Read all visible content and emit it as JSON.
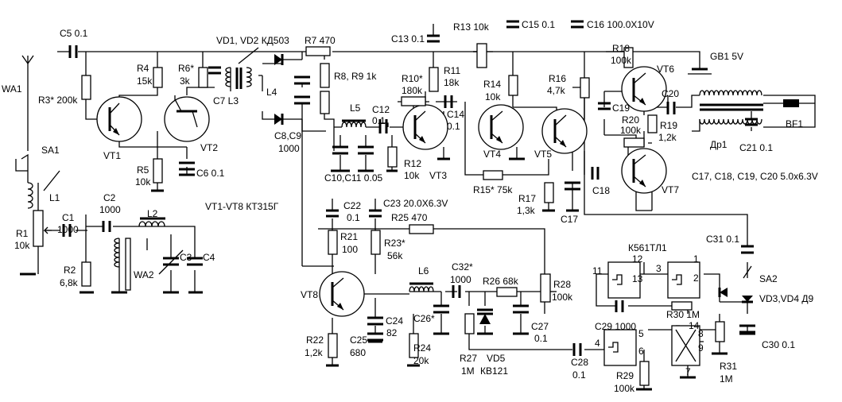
{
  "labels": {
    "wa1": "WA1",
    "sa1": "SA1",
    "l1": "L1",
    "r1": "R1",
    "r1v": "10k",
    "c1": "C1",
    "c1v": "1000",
    "r2": "R2",
    "r2v": "6,8k",
    "c2": "C2",
    "c2v": "1000",
    "l2": "L2",
    "wa2": "WA2",
    "c3": "C3",
    "c4": "C4",
    "c5": "C5  0.1",
    "r3": "R3* 200k",
    "r4": "R4",
    "r4v": "15k",
    "r6": "R6*",
    "r6v": "3k",
    "r5": "R5",
    "r5v": "10k",
    "c6": "C6 0.1",
    "c7l3": "C7  L3",
    "vt1": "VT1",
    "vt2": "VT2",
    "vd12": "VD1, VD2 КД503",
    "r7": "R7 470",
    "l4": "L4",
    "c8c9": "C8,C9",
    "c8c9v": "1000",
    "r8r9": "R8, R9 1k",
    "l5": "L5",
    "c1011": "C10,C11 0.05",
    "c12": "C12",
    "c12v": "0.1",
    "r10": "R10*",
    "r10v": "180k",
    "r12": "R12",
    "r12v": "10k",
    "vt3": "VT3",
    "c13": "C13 0.1",
    "r11": "R11",
    "r11v": "18k",
    "c14": "C14",
    "c14v": "0.1",
    "r13": "R13 10k",
    "r14": "R14",
    "r14v": "10k",
    "vt4": "VT4",
    "vt5": "VT5",
    "c15": "C15 0.1",
    "c16": "C16 100.0X10V",
    "r16": "R16",
    "r16v": "4,7k",
    "r15": "R15* 75k",
    "r17": "R17",
    "r17v": "1,3k",
    "c17": "C17",
    "r18": "R18",
    "r18v": "100k",
    "vt6": "VT6",
    "vt7": "VT7",
    "c19": "C19",
    "r20": "R20",
    "r20v": "100k",
    "c20": "C20",
    "r19": "R19",
    "r19v": "1,2k",
    "c18": "C18",
    "gb1": "GB1 5V",
    "bf1": "BF1",
    "dr1": "Др1",
    "c21": "C21 0.1",
    "ccap": "C17, C18, C19, C20  5.0x6.3V",
    "vtall": "VT1-VT8 КТ315Г",
    "c22": "C22",
    "c22v": "0.1",
    "c23": "C23 20.0X6.3V",
    "r25": "R25 470",
    "r21": "R21",
    "r21v": "100",
    "r23": "R23*",
    "r23v": "56k",
    "vt8": "VT8",
    "l6": "L6",
    "c32": "C32*",
    "c32v": "1000",
    "r26": "R26 68k",
    "r28": "R28",
    "r28v": "100k",
    "c24": "C24",
    "c24v": "82",
    "c25": "C25",
    "c25v": "680",
    "r22": "R22",
    "r22v": "1,2k",
    "r24": "R24",
    "r24v": "20k",
    "c26": "C26*",
    "c27": "C27",
    "c27v": "0.1",
    "r27": "R27",
    "r27v": "1M",
    "vd5": "VD5",
    "vd5v": "КВ121",
    "c28": "C28",
    "c28v": "0.1",
    "k561": "К561ТЛ1",
    "c29": "C29 1000",
    "r29": "R29",
    "r29v": "100k",
    "r30": "R30 1M",
    "c31": "C31 0.1",
    "sa2": "SA2",
    "vd34": "VD3,VD4 Д9",
    "c30": "C30 0.1",
    "r31": "R31",
    "r31v": "1M",
    "p11": "11",
    "p12": "12",
    "p13": "13",
    "p3": "3",
    "p1": "1",
    "p2": "2",
    "p4": "4",
    "p5": "5",
    "p6": "6",
    "p8": "8",
    "p9": "9",
    "p14": "14",
    "p7": "7"
  }
}
